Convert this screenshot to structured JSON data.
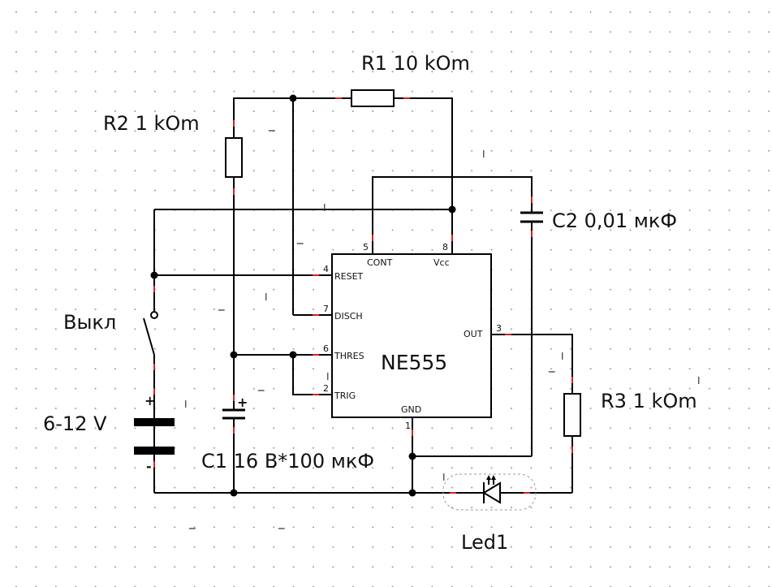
{
  "labels": {
    "r1": "R1 10 kOm",
    "r2": "R2 1 kOm",
    "r3": "R3 1 kOm",
    "c1": "C1 16 В*100 мкФ",
    "c2": "C2 0,01 мкФ",
    "switch": "Выкл",
    "battery": "6-12 V",
    "led": "Led1"
  },
  "ic": {
    "name": "NE555",
    "pins": {
      "reset": {
        "label": "RESET",
        "num": "4"
      },
      "disch": {
        "label": "DISCH",
        "num": "7"
      },
      "thres": {
        "label": "THRES",
        "num": "6"
      },
      "trig": {
        "label": "TRIG",
        "num": "2"
      },
      "cont": {
        "label": "CONT",
        "num": "5"
      },
      "vcc": {
        "label": "Vcc",
        "num": "8"
      },
      "out": {
        "label": "OUT",
        "num": "3"
      },
      "gnd": {
        "label": "GND",
        "num": "1"
      }
    }
  },
  "polarity": {
    "plus": "+",
    "minus": "-"
  },
  "stray_marks": {
    "dash": "_",
    "bar": "I"
  },
  "colors": {
    "wire": "#000000",
    "pin_end": "#d62020",
    "grid_dot": "#9a9a9a"
  }
}
